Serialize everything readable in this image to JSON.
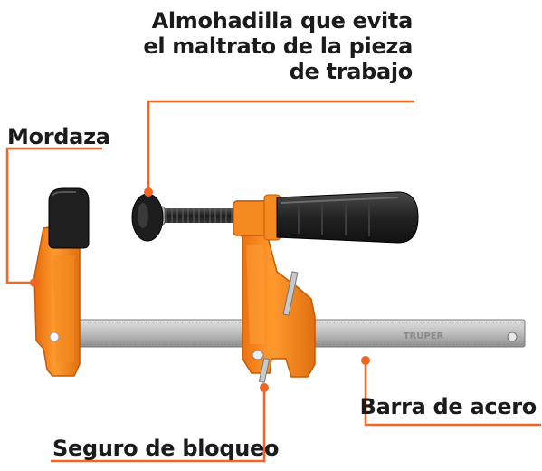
{
  "labels": {
    "almohadilla": [
      "Almohadilla que evita",
      "el maltrato de la pieza",
      "de trabajo"
    ],
    "mordaza": "Mordaza",
    "barra": "Barra de acero",
    "seguro": "Seguro de bloqueo"
  },
  "bar_brand": "TRUPER",
  "colors": {
    "leader": "#f26522",
    "orange": "#f7861c",
    "orange_dark": "#d4650a",
    "bar": "#bdbdbd",
    "handle": "#2b2b2b",
    "pad": "#1f1f1f"
  }
}
